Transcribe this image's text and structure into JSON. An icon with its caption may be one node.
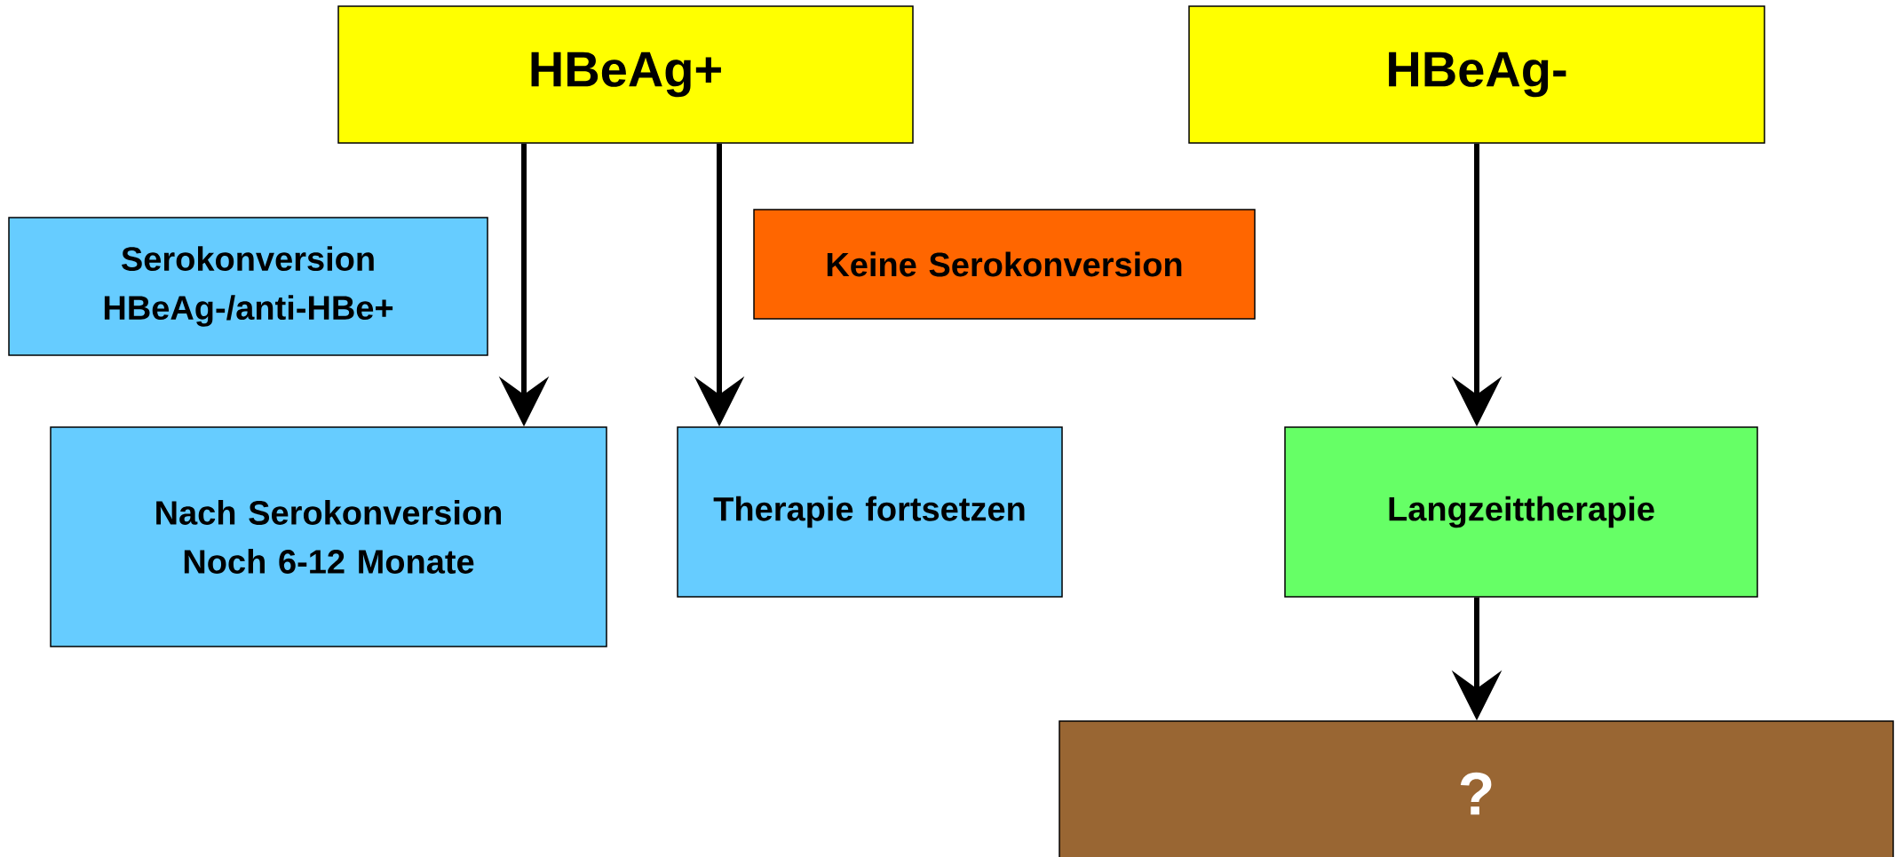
{
  "diagram": {
    "nodes": [
      {
        "text": [
          "HBeAg+"
        ]
      },
      {
        "text": [
          "HBeAg-"
        ]
      },
      {
        "text": [
          "Serokonversion HBeAg-/anti-HBe+"
        ]
      },
      {
        "text": [
          "Keine Serokonversion"
        ]
      },
      {
        "text": [
          "Nach Serokonversion Noch 6-12 Monate"
        ]
      },
      {
        "text": [
          "Therapie fortsetzen"
        ]
      },
      {
        "text": [
          "Langzeittherapie"
        ]
      },
      {
        "text": [
          "?"
        ]
      }
    ],
    "edges": [
      {
        "from": 0,
        "to": 4,
        "arrow": "to"
      },
      {
        "from": 0,
        "to": 5,
        "arrow": "to"
      },
      {
        "from": 1,
        "to": 6,
        "arrow": "to"
      },
      {
        "from": 6,
        "to": 7,
        "arrow": "to"
      }
    ]
  }
}
